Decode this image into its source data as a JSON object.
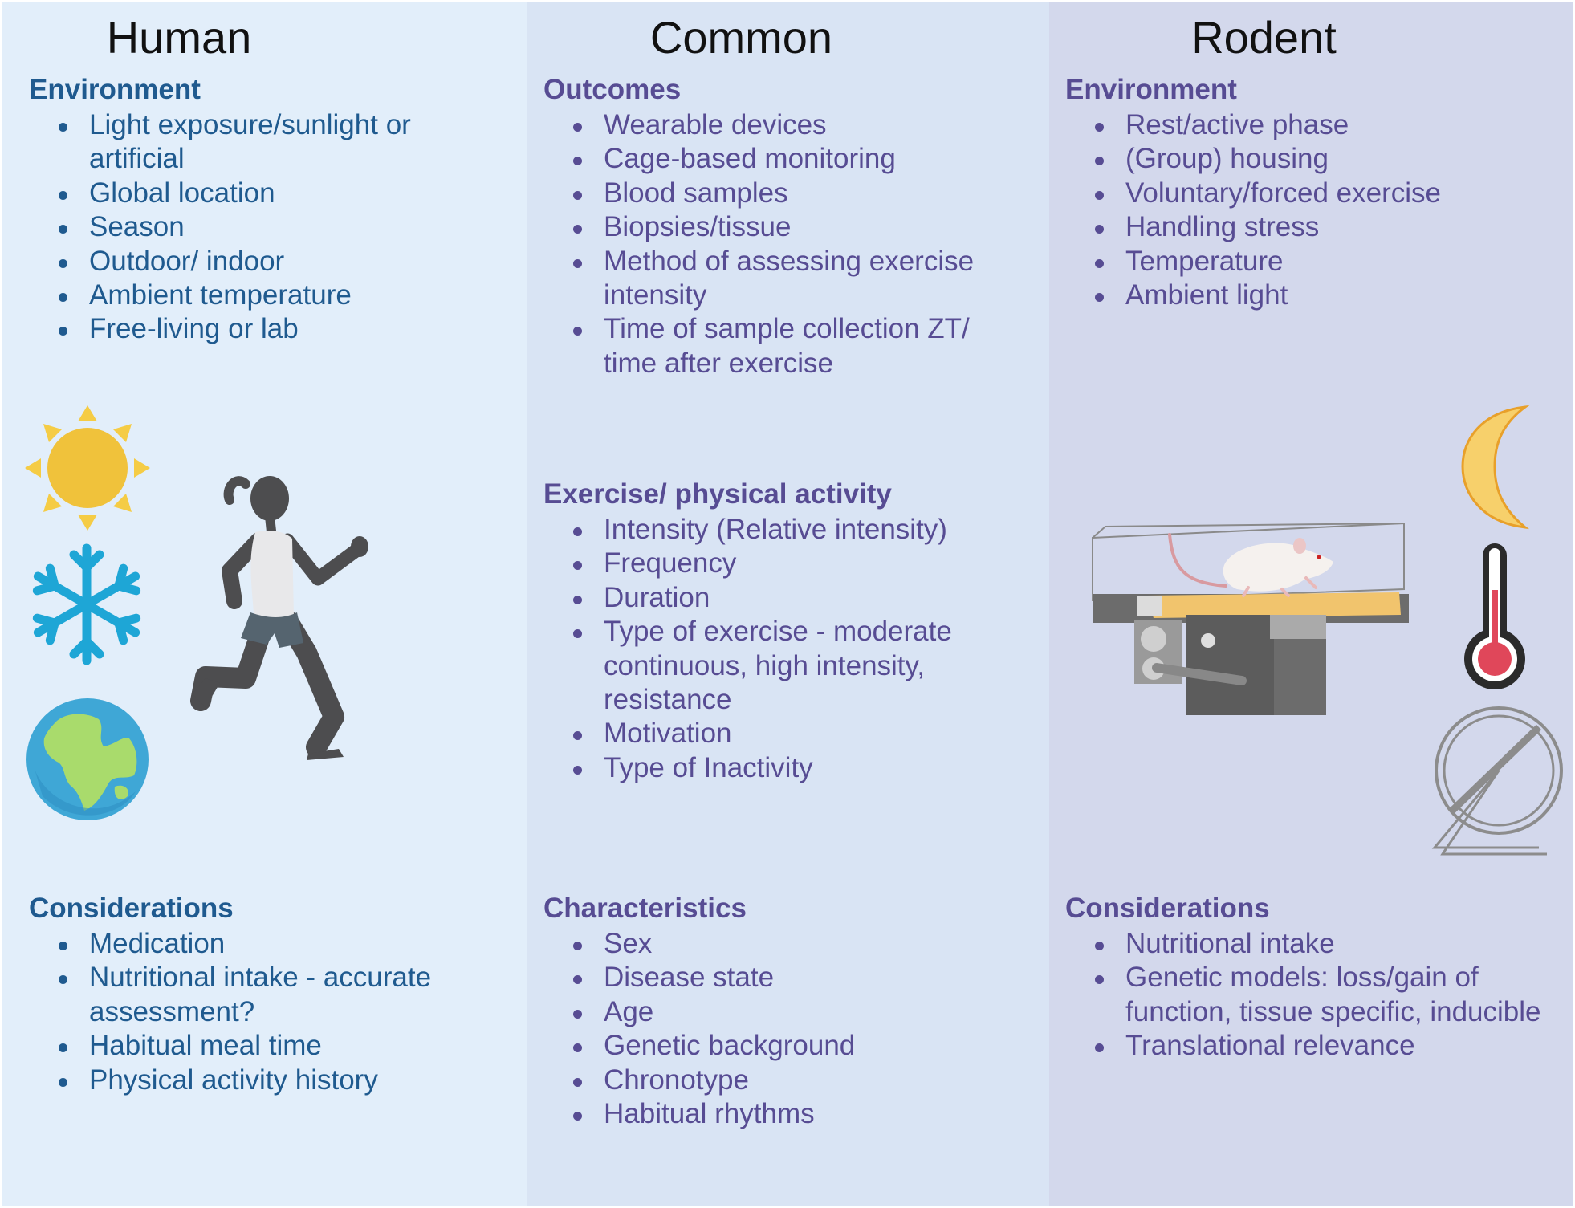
{
  "columns": {
    "human": {
      "title": "Human",
      "environment": {
        "heading": "Environment",
        "items": [
          "Light exposure/sunlight or artificial",
          "Global location",
          "Season",
          "Outdoor/ indoor",
          "Ambient temperature",
          "Free-living or lab"
        ]
      },
      "considerations": {
        "heading": "Considerations",
        "items": [
          "Medication",
          "Nutritional intake - accurate assessment?",
          "Habitual meal time",
          "Physical activity history"
        ]
      }
    },
    "common": {
      "title": "Common",
      "outcomes": {
        "heading": "Outcomes",
        "items": [
          "Wearable devices",
          "Cage-based monitoring",
          "Blood samples",
          "Biopsies/tissue",
          "Method of assessing exercise intensity",
          "Time of sample collection ZT/ time after exercise"
        ]
      },
      "exercise": {
        "heading": "Exercise/ physical activity",
        "items": [
          "Intensity (Relative intensity)",
          "Frequency",
          "Duration",
          "Type of exercise - moderate continuous, high intensity, resistance",
          "Motivation",
          "Type of Inactivity"
        ]
      },
      "characteristics": {
        "heading": "Characteristics",
        "items": [
          "Sex",
          "Disease state",
          "Age",
          "Genetic background",
          "Chronotype",
          "Habitual rhythms"
        ]
      }
    },
    "rodent": {
      "title": "Rodent",
      "environment": {
        "heading": "Environment",
        "items": [
          "Rest/active phase",
          "(Group) housing",
          "Voluntary/forced exercise",
          "Handling stress",
          "Temperature",
          "Ambient light"
        ]
      },
      "considerations": {
        "heading": "Considerations",
        "items": [
          "Nutritional intake",
          "Genetic models: loss/gain of function, tissue specific, inducible",
          "Translational relevance"
        ]
      }
    }
  },
  "icons": [
    "sun-icon",
    "snowflake-icon",
    "globe-icon",
    "runner-icon",
    "moon-icon",
    "treadmill-mouse-icon",
    "thermometer-icon",
    "running-wheel-icon"
  ],
  "colors": {
    "human_bg": "#e2eefa",
    "common_bg": "#d9e4f4",
    "rodent_bg": "#d3d8ec",
    "human_text": "#1f5a8f",
    "shared_text": "#574c93"
  }
}
